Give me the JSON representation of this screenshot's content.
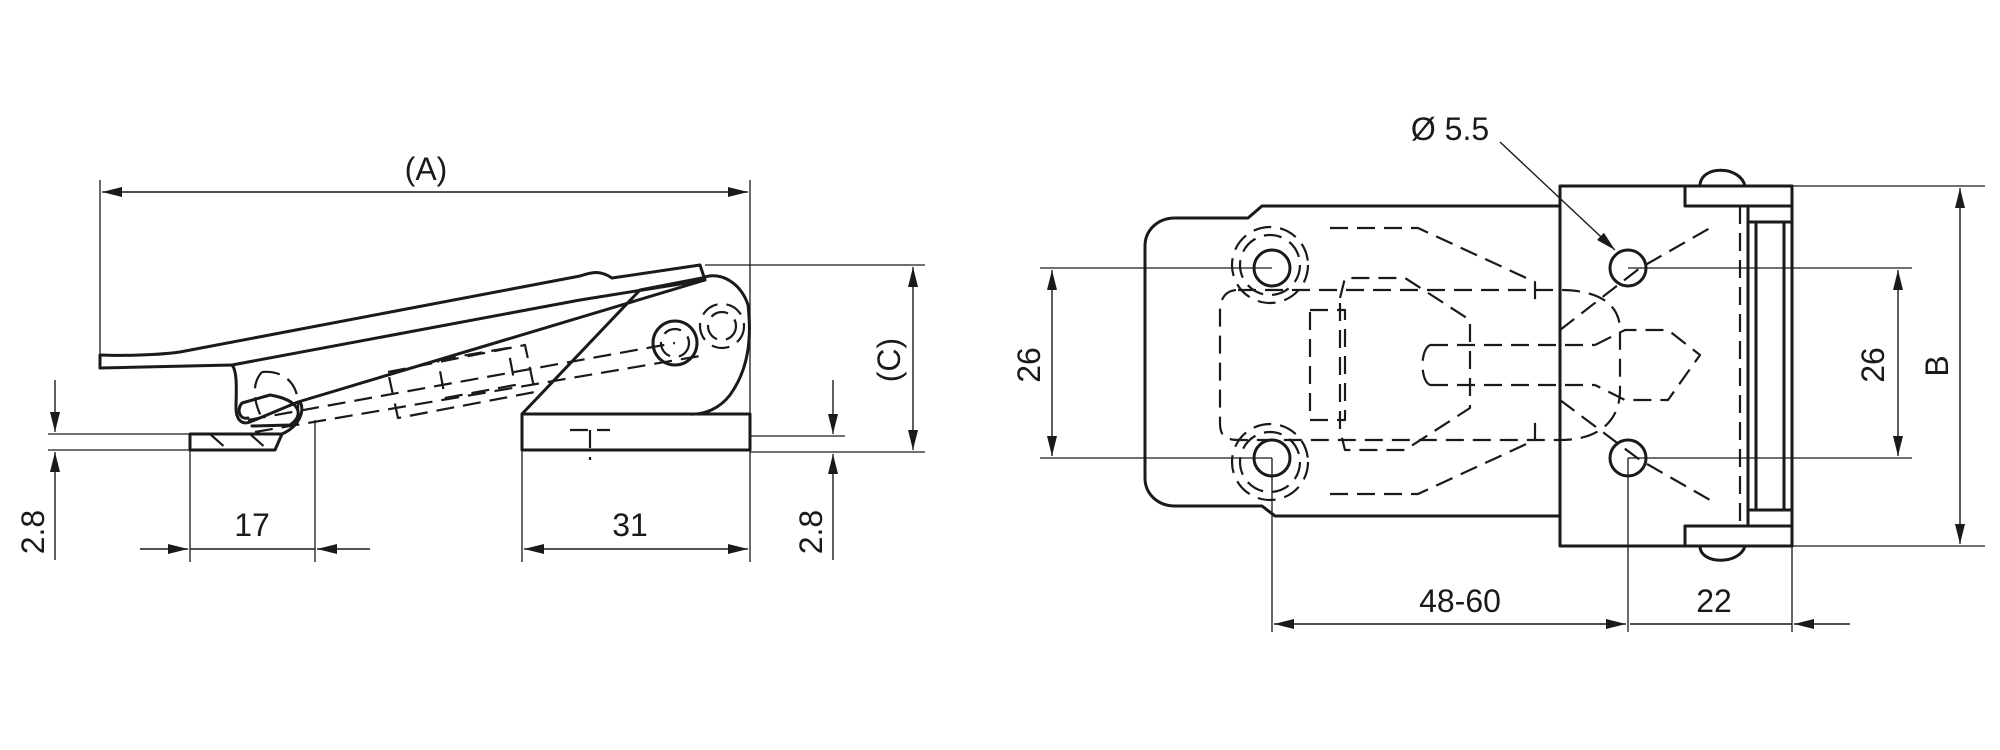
{
  "dimensions": {
    "side_view": {
      "overall_length": "(A)",
      "height": "(C)",
      "left_thickness": "2.8",
      "right_thickness": "2.8",
      "keeper_width": "17",
      "base_width": "31"
    },
    "top_view": {
      "hole_diameter": "Ø 5.5",
      "base_hole_spacing": "26",
      "keeper_hole_spacing": "26",
      "keeper_width": "B",
      "adjustable_length": "48-60",
      "keeper_length": "22"
    }
  },
  "colors": {
    "line": "#1a1a1a",
    "background": "#ffffff"
  }
}
